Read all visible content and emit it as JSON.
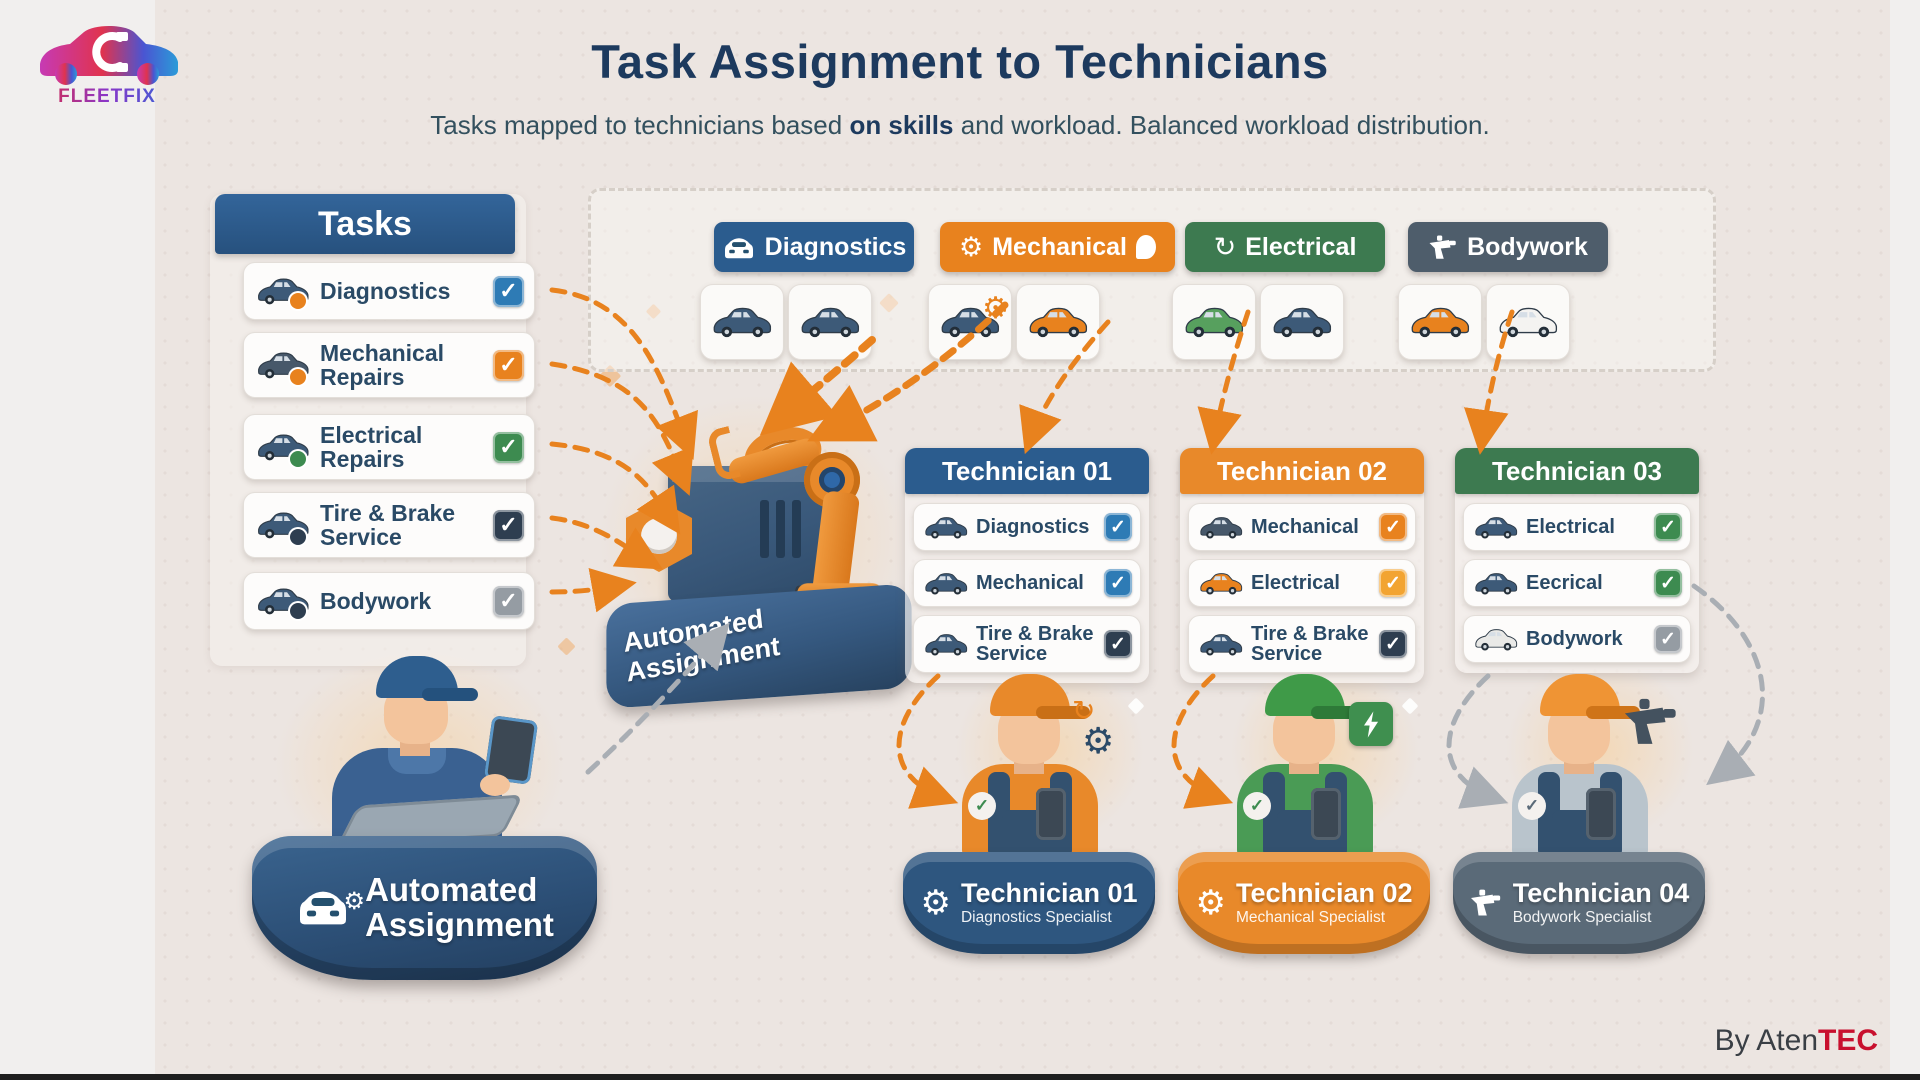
{
  "page": {
    "title": "Task Assignment to Technicians",
    "subtitle_prefix": "Tasks mapped to technicians based ",
    "subtitle_bold": "on skills",
    "subtitle_suffix": " and workload. Balanced workload distribution."
  },
  "logo": {
    "brand": "FLEETFIX"
  },
  "icons": {
    "check": "✓",
    "gear": "⚙",
    "rotate": "↻"
  },
  "accents": {
    "orange": "#e8821e",
    "gray": "#a9aeb4"
  },
  "tasks_panel": {
    "header": "Tasks",
    "items": [
      {
        "label": "Diagnostics",
        "checkbox_color": "#2e7bb5",
        "car_color": "#3d5a78",
        "accent_color": "#e8821e"
      },
      {
        "label": "Mechanical Repairs",
        "checkbox_color": "#e8821e",
        "car_color": "#47586a",
        "accent_color": "#e8821e"
      },
      {
        "label": "Electrical Repairs",
        "checkbox_color": "#3d8b50",
        "car_color": "#3d5a78",
        "accent_color": "#3d8b50"
      },
      {
        "label": "Tire & Brake Service",
        "checkbox_color": "#2e3e50",
        "car_color": "#3d5a78",
        "accent_color": "#2e3e50"
      },
      {
        "label": "Bodywork",
        "checkbox_color": "#959ca3",
        "car_color": "#3d5a78",
        "accent_color": "#2e3e50"
      }
    ]
  },
  "skills_row": {
    "badges": [
      {
        "label": "Diagnostics",
        "color": "#2b5c8e"
      },
      {
        "label": "Mechanical",
        "color": "#e8821e"
      },
      {
        "label": "Electrical",
        "color": "#3d7a50"
      },
      {
        "label": "Bodywork",
        "color": "#4e5d6b"
      }
    ],
    "tiles": [
      {
        "car_color": "#3d5a78"
      },
      {
        "car_color": "#3d5a78"
      },
      {
        "car_color": "#3d5a78"
      },
      {
        "car_color": "#e8821e"
      },
      {
        "car_color": "#57a05e"
      },
      {
        "car_color": "#3d5a78"
      },
      {
        "car_color": "#e8821e"
      },
      {
        "car_color": "#f4f3f1"
      }
    ]
  },
  "machine": {
    "line1": "Automated",
    "line2": "Assignment"
  },
  "technician_cards": [
    {
      "title": "Technician 01",
      "color": "#2b5c8e",
      "items": [
        {
          "label": "Diagnostics",
          "checkbox_color": "#2e7bb5",
          "car_color": "#3d5a78"
        },
        {
          "label": "Mechanical",
          "checkbox_color": "#2e7bb5",
          "car_color": "#3d5a78"
        },
        {
          "label": "Tire & Brake Service",
          "checkbox_color": "#2e3e50",
          "car_color": "#3d5a78"
        }
      ]
    },
    {
      "title": "Technician 02",
      "color": "#e8892a",
      "items": [
        {
          "label": "Mechanical",
          "checkbox_color": "#e8821e",
          "car_color": "#47586a"
        },
        {
          "label": "Electrical",
          "checkbox_color": "#f2a432",
          "car_color": "#e8821e"
        },
        {
          "label": "Tire & Brake Service",
          "checkbox_color": "#2e3e50",
          "car_color": "#3d5a78"
        }
      ]
    },
    {
      "title": "Technician 03",
      "color": "#3d7a50",
      "items": [
        {
          "label": "Electrical",
          "checkbox_color": "#3d8b50",
          "car_color": "#3d5a78"
        },
        {
          "label": "Eecrical",
          "checkbox_color": "#3d8b50",
          "car_color": "#3d5a78"
        },
        {
          "label": "Bodywork",
          "checkbox_color": "#959ca3",
          "car_color": "#e9e9e7"
        }
      ]
    }
  ],
  "assignment_badge": {
    "line1": "Automated",
    "line2": "Assignment"
  },
  "technician_badges": [
    {
      "title": "Technician 01",
      "subtitle": "Diagnostics Specialist",
      "color": "#2e567f",
      "cap_color": "#e8892a",
      "brim_color": "#c96f16",
      "shirt_color": "#e8892a"
    },
    {
      "title": "Technician 02",
      "subtitle": "Mechanical Specialist",
      "color": "#e8892a",
      "cap_color": "#3f9a48",
      "brim_color": "#2e7a38",
      "shirt_color": "#4a9b55"
    },
    {
      "title": "Technician 04",
      "subtitle": "Bodywork Specialist",
      "color": "#5a6a78",
      "cap_color": "#ef9434",
      "brim_color": "#cf7418",
      "shirt_color": "#b9c4cc"
    }
  ],
  "credit": {
    "prefix": "By Aten",
    "suffix": "TEC"
  }
}
